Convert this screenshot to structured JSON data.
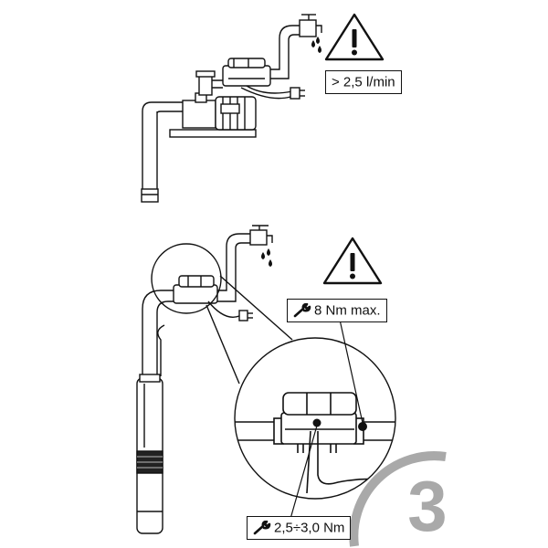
{
  "labels": {
    "flow_rate": "> 2,5 l/min",
    "torque_max": "8 Nm max.",
    "torque_range": "2,5÷3,0 Nm"
  },
  "step": {
    "number": "3"
  },
  "icons": {
    "warning": "warning-triangle-icon",
    "wrench": "wrench-icon",
    "faucet": "faucet-icon"
  },
  "colors": {
    "line": "#111111",
    "step_ring": "#a9a9a9",
    "pump_band": "#222222"
  }
}
